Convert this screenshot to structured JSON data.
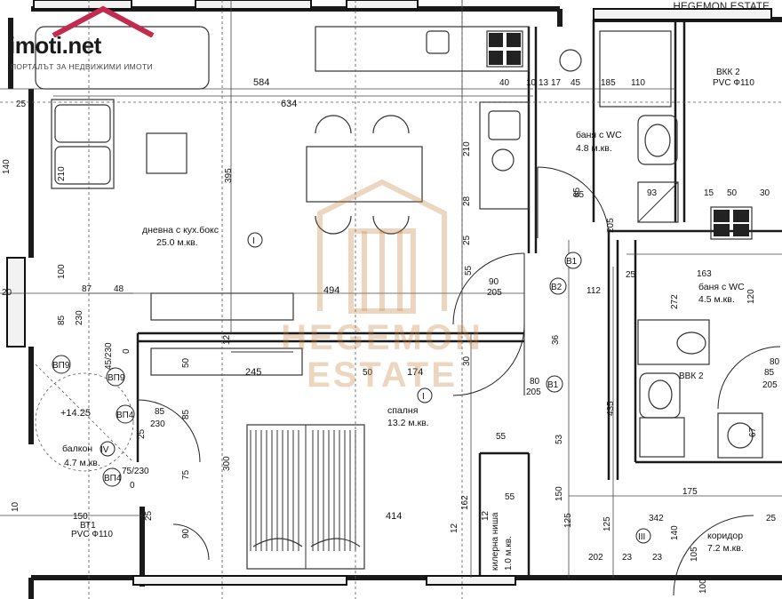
{
  "logo": {
    "name": "imoti.net",
    "subtitle": "ПОРТАЛЪТ ЗА НЕДВИЖИМИ ИМОТИ"
  },
  "brand": "HEGEMON ESTATE",
  "watermark": {
    "line1": "HEGEMON",
    "line2": "ESTATE"
  },
  "rooms": {
    "living": {
      "name": "дневна с кух.бокс",
      "area": "25.0 м.кв.",
      "marker": "I"
    },
    "bedroom": {
      "name": "спалня",
      "area": "13.2 м.кв.",
      "marker": "I"
    },
    "bath1": {
      "name": "баня с WC",
      "area": "4.8 м.кв."
    },
    "bath2": {
      "name": "баня с WC",
      "area": "4.5 м.кв."
    },
    "balcony": {
      "name": "балкон",
      "area": "4.7 м.кв.",
      "marker": "IV",
      "level": "+14.25"
    },
    "corridor": {
      "name": "коридор",
      "area": "7.2 м.кв.",
      "marker": "III"
    },
    "closet": {
      "name": "килерна ниша",
      "area": "1.0 м.кв."
    }
  },
  "doors": [
    "B1",
    "B2",
    "B1"
  ],
  "windows": [
    "ВП9",
    "ВП9",
    "ВП4",
    "ВП4"
  ],
  "pipes": {
    "bvk_top": "ВКК 2",
    "pvc_top": "PVC Ф110",
    "bvk_mid": "ВВК 2",
    "bt": "ВТ1",
    "pvc_bal": "PVC Ф110"
  },
  "dimensions": [
    "584",
    "634",
    "40",
    "10",
    "13",
    "17",
    "45",
    "185",
    "110",
    "25",
    "140",
    "210",
    "395",
    "210",
    "25",
    "20",
    "100",
    "87",
    "48",
    "494",
    "85",
    "230",
    "45/230",
    "0",
    "50",
    "245",
    "50",
    "174",
    "90",
    "205",
    "112",
    "85",
    "205",
    "80",
    "205",
    "36",
    "30",
    "12",
    "85",
    "230",
    "75/230",
    "0",
    "85",
    "75",
    "300",
    "414",
    "55",
    "162",
    "55",
    "150",
    "12",
    "150",
    "25",
    "90",
    "53",
    "435",
    "175",
    "342",
    "140",
    "105",
    "23",
    "202",
    "23",
    "163",
    "272",
    "120",
    "93",
    "15",
    "50",
    "30",
    "25",
    "85",
    "205",
    "28",
    "55",
    "10",
    "80",
    "85",
    "67",
    "25",
    "100",
    "25",
    "125",
    "125",
    "12"
  ]
}
